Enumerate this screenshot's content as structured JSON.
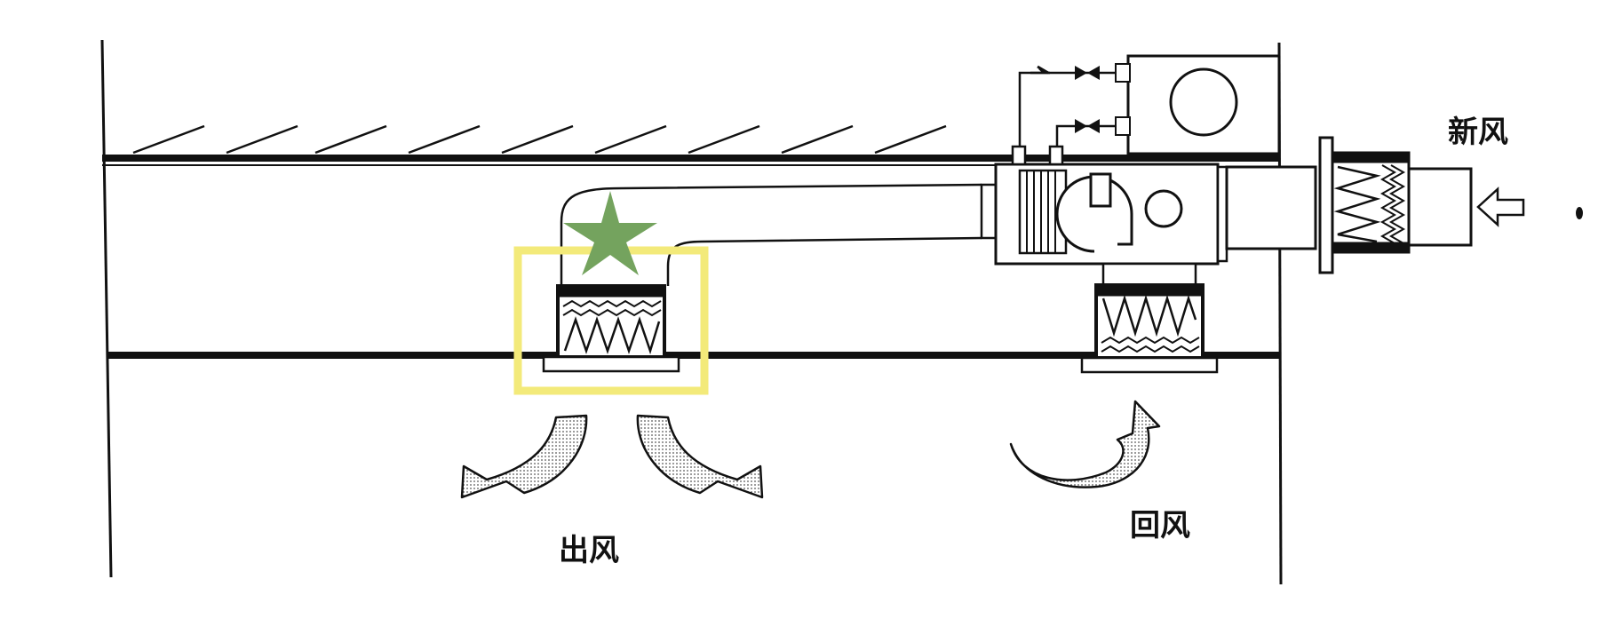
{
  "labels": {
    "fresh_air": "新风",
    "supply_air": "出风",
    "return_air": "回风"
  },
  "colors": {
    "line": "#111111",
    "highlight": "#f3ea7a",
    "marker": "#74a35e",
    "arrow_fill": "#d9d9d9"
  },
  "icons": [
    "star-marker-icon",
    "inlet-arrow-icon",
    "supply-arrow-icon",
    "return-arrow-icon",
    "fan-icon",
    "valve-icon"
  ]
}
